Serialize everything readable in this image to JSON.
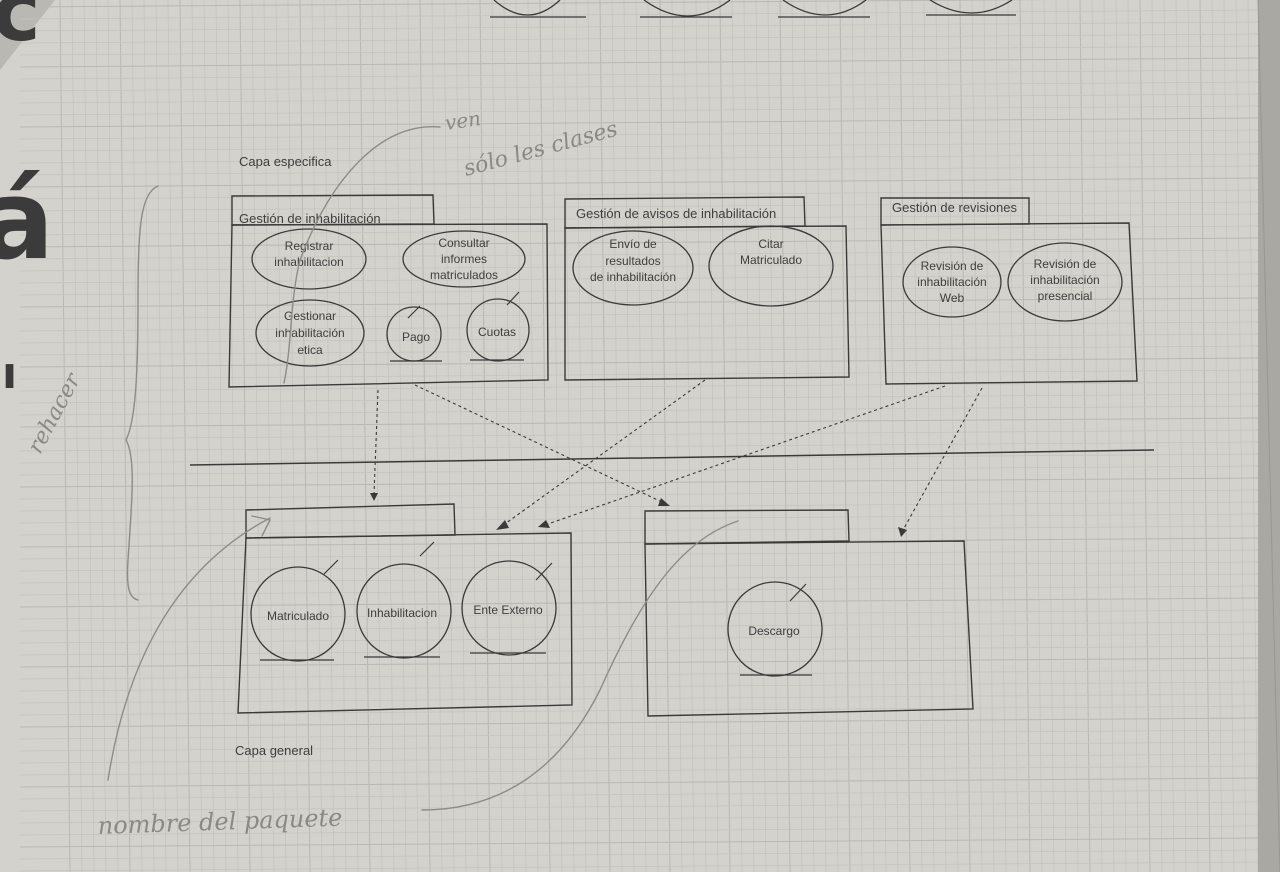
{
  "layers": {
    "specific": "Capa especifica",
    "general": "Capa general"
  },
  "packages": {
    "inhabilitacion": {
      "title": "Gestión de inhabilitación",
      "use_cases": [
        [
          "Registrar",
          "inhabilitacion"
        ],
        [
          "Consultar",
          "informes",
          "matriculados"
        ],
        [
          "Gestionar",
          "inhabilitación",
          "etica"
        ]
      ],
      "entities": [
        "Pago",
        "Cuotas"
      ]
    },
    "avisos": {
      "title": "Gestión de avisos de inhabilitación",
      "use_cases": [
        [
          "Envío de",
          "resultados",
          "de inhabilitación"
        ],
        [
          "Citar",
          "Matriculado"
        ]
      ]
    },
    "revisiones": {
      "title": "Gestión de revisiones",
      "use_cases": [
        [
          "Revisión de",
          "inhabilitación",
          "Web"
        ],
        [
          "Revisión de",
          "inhabilitación",
          "presencial"
        ]
      ]
    },
    "general_entities": {
      "title": "",
      "entities": [
        "Matriculado",
        "Inhabilitacion",
        "Ente Externo"
      ]
    },
    "descargo": {
      "title": "",
      "entities": [
        "Descargo"
      ]
    }
  },
  "handwritten": {
    "note_top_line1": "ven",
    "note_top_line2": "sólo les clases",
    "note_left": "rehacer",
    "note_bottom": "nombre del paquete"
  },
  "background_text": [
    "c",
    "á",
    "ı"
  ],
  "colors": {
    "paper": "#d3d2cd",
    "ink": "#3a3a3a",
    "pencil": "#8d8c88"
  }
}
